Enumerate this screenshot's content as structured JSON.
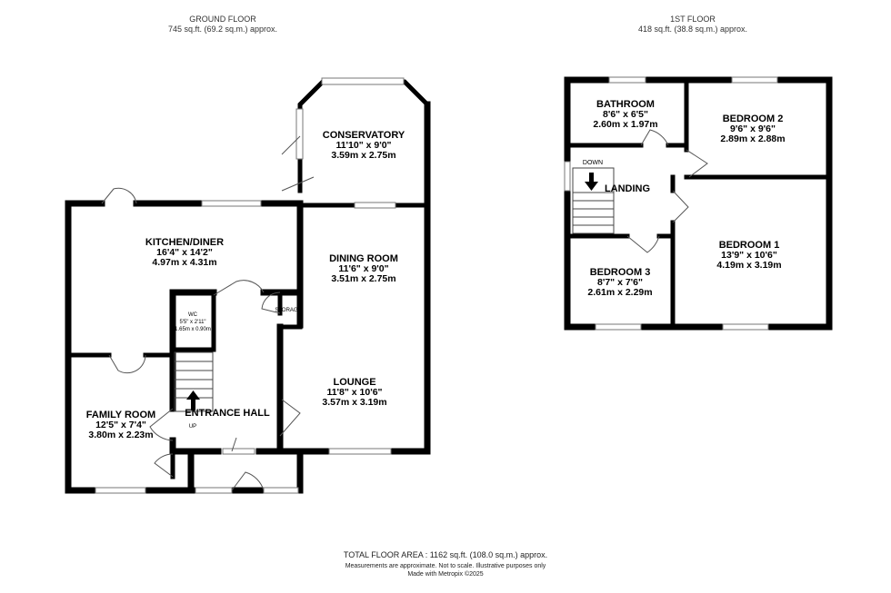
{
  "ground_floor": {
    "title": "GROUND FLOOR",
    "area": "745 sq.ft. (69.2 sq.m.) approx.",
    "rooms": [
      {
        "name": "CONSERVATORY",
        "imperial": "11'10\" x 9'0\"",
        "metric": "3.59m x 2.75m"
      },
      {
        "name": "KITCHEN/DINER",
        "imperial": "16'4\" x 14'2\"",
        "metric": "4.97m x 4.31m"
      },
      {
        "name": "DINING ROOM",
        "imperial": "11'6\" x 9'0\"",
        "metric": "3.51m x 2.75m"
      },
      {
        "name": "LOUNGE",
        "imperial": "11'8\" x 10'6\"",
        "metric": "3.57m x 3.19m"
      },
      {
        "name": "FAMILY ROOM",
        "imperial": "12'5\" x 7'4\"",
        "metric": "3.80m x 2.23m"
      },
      {
        "name": "ENTRANCE HALL"
      },
      {
        "name": "WC",
        "imperial": "5'5\" x 2'11\"",
        "metric": "1.65m x 0.90m"
      },
      {
        "name": "STORAGE"
      }
    ],
    "stairs_label": "UP"
  },
  "first_floor": {
    "title": "1ST FLOOR",
    "area": "418 sq.ft. (38.8 sq.m.) approx.",
    "rooms": [
      {
        "name": "BATHROOM",
        "imperial": "8'6\" x 6'5\"",
        "metric": "2.60m x 1.97m"
      },
      {
        "name": "BEDROOM 2",
        "imperial": "9'6\" x 9'6\"",
        "metric": "2.89m x 2.88m"
      },
      {
        "name": "LANDING"
      },
      {
        "name": "BEDROOM 1",
        "imperial": "13'9\" x 10'6\"",
        "metric": "4.19m x 3.19m"
      },
      {
        "name": "BEDROOM 3",
        "imperial": "8'7\" x 7'6\"",
        "metric": "2.61m x 2.29m"
      }
    ],
    "stairs_label": "DOWN"
  },
  "footer": {
    "total": "TOTAL FLOOR AREA : 1162 sq.ft. (108.0 sq.m.) approx.",
    "disclaimer": "Measurements are approximate.  Not to scale.  Illustrative purposes only",
    "credit": "Made with Metropix ©2025"
  }
}
